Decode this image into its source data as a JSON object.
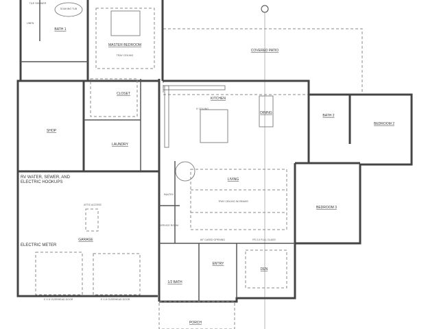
{
  "rooms": {
    "master_bedroom": "MASTER BEDROOM",
    "master_ceiling": "TRAY CEILING",
    "bath1": "BATH 1",
    "soaking_tub": "SOAKING TUB",
    "tile_shower": "TILE SHOWER",
    "linen": "LINEN",
    "closet": "CLOSET",
    "laundry": "LAUNDRY",
    "shop": "SHOP",
    "garage": "GARAGE",
    "attic": "ATTIC ACCESS",
    "kitchen": "KITCHEN",
    "kitchen_ceiling": "9' CEILING",
    "dining": "DINING",
    "living": "LIVING",
    "living_ceiling": "TRAY CEILING W/ BEAMS",
    "covered_patio": "COVERED PATIO",
    "bath2": "BATH 2",
    "bedroom2": "BEDROOM 2",
    "bedroom3": "BEDROOM 3",
    "den": "DEN",
    "entry": "ENTRY",
    "half_bath": "1/2 BATH",
    "porch": "PORCH",
    "pantry": "PANTRY",
    "service": "SERVICE ROOM"
  },
  "notes": {
    "overhead_door_1": "9' X 8' OVERHEAD DOOR",
    "overhead_door_2": "9' X 8' OVERHEAD DOOR",
    "full_glass": "FR 2-0 FULL GLASS",
    "cased_opening": "60\" CASED OPENING",
    "electric_meter": "ELECTRIC METER",
    "rv_hookups": "RV WATER, SEWER, AND ELECTRIC HOOKUPS"
  }
}
